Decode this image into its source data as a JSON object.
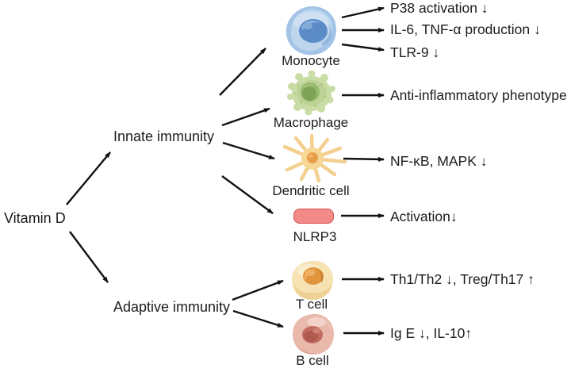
{
  "figure": {
    "root_label": "Vitamin D",
    "branches": [
      {
        "label": "Innate immunity"
      },
      {
        "label": "Adaptive immunity"
      }
    ],
    "nodes": [
      {
        "label": "Monocyte",
        "icon": "monocyte-cell",
        "outcomes": [
          "P38 activation ↓",
          "IL-6, TNF-α production ↓",
          "TLR-9 ↓"
        ]
      },
      {
        "label": "Macrophage",
        "icon": "macrophage-cell",
        "outcomes": [
          "Anti-inflammatory phenotype"
        ]
      },
      {
        "label": "Dendritic cell",
        "icon": "dendritic-cell",
        "outcomes": [
          "NF-κB, MAPK ↓"
        ]
      },
      {
        "label": "NLRP3",
        "icon": "nlrp3-capsule",
        "outcomes": [
          "Activation↓"
        ]
      },
      {
        "label": "T cell",
        "icon": "t-cell",
        "outcomes": [
          "Th1/Th2 ↓, Treg/Th17 ↑"
        ]
      },
      {
        "label": "B cell",
        "icon": "b-cell",
        "outcomes": [
          "Ig E ↓, IL-10↑"
        ]
      }
    ],
    "colors": {
      "background": "#ffffff",
      "text": "#1c1c1c",
      "arrow": "#111111",
      "monocyte_body": "#a3c4e6",
      "monocyte_nucleus": "#5b8cc8",
      "macrophage_body": "#cadca6",
      "macrophage_nucleus": "#85ad5e",
      "dendritic_body": "#f3cf90",
      "dendritic_nucleus": "#e79d49",
      "nlrp3_fill": "#f28a88",
      "nlrp3_border": "#d5534f",
      "t_cell_body": "#f6e2b2",
      "t_cell_nucleus": "#e2953d",
      "b_cell_body": "#e9b9ac",
      "b_cell_nucleus": "#bf6b5f"
    }
  }
}
